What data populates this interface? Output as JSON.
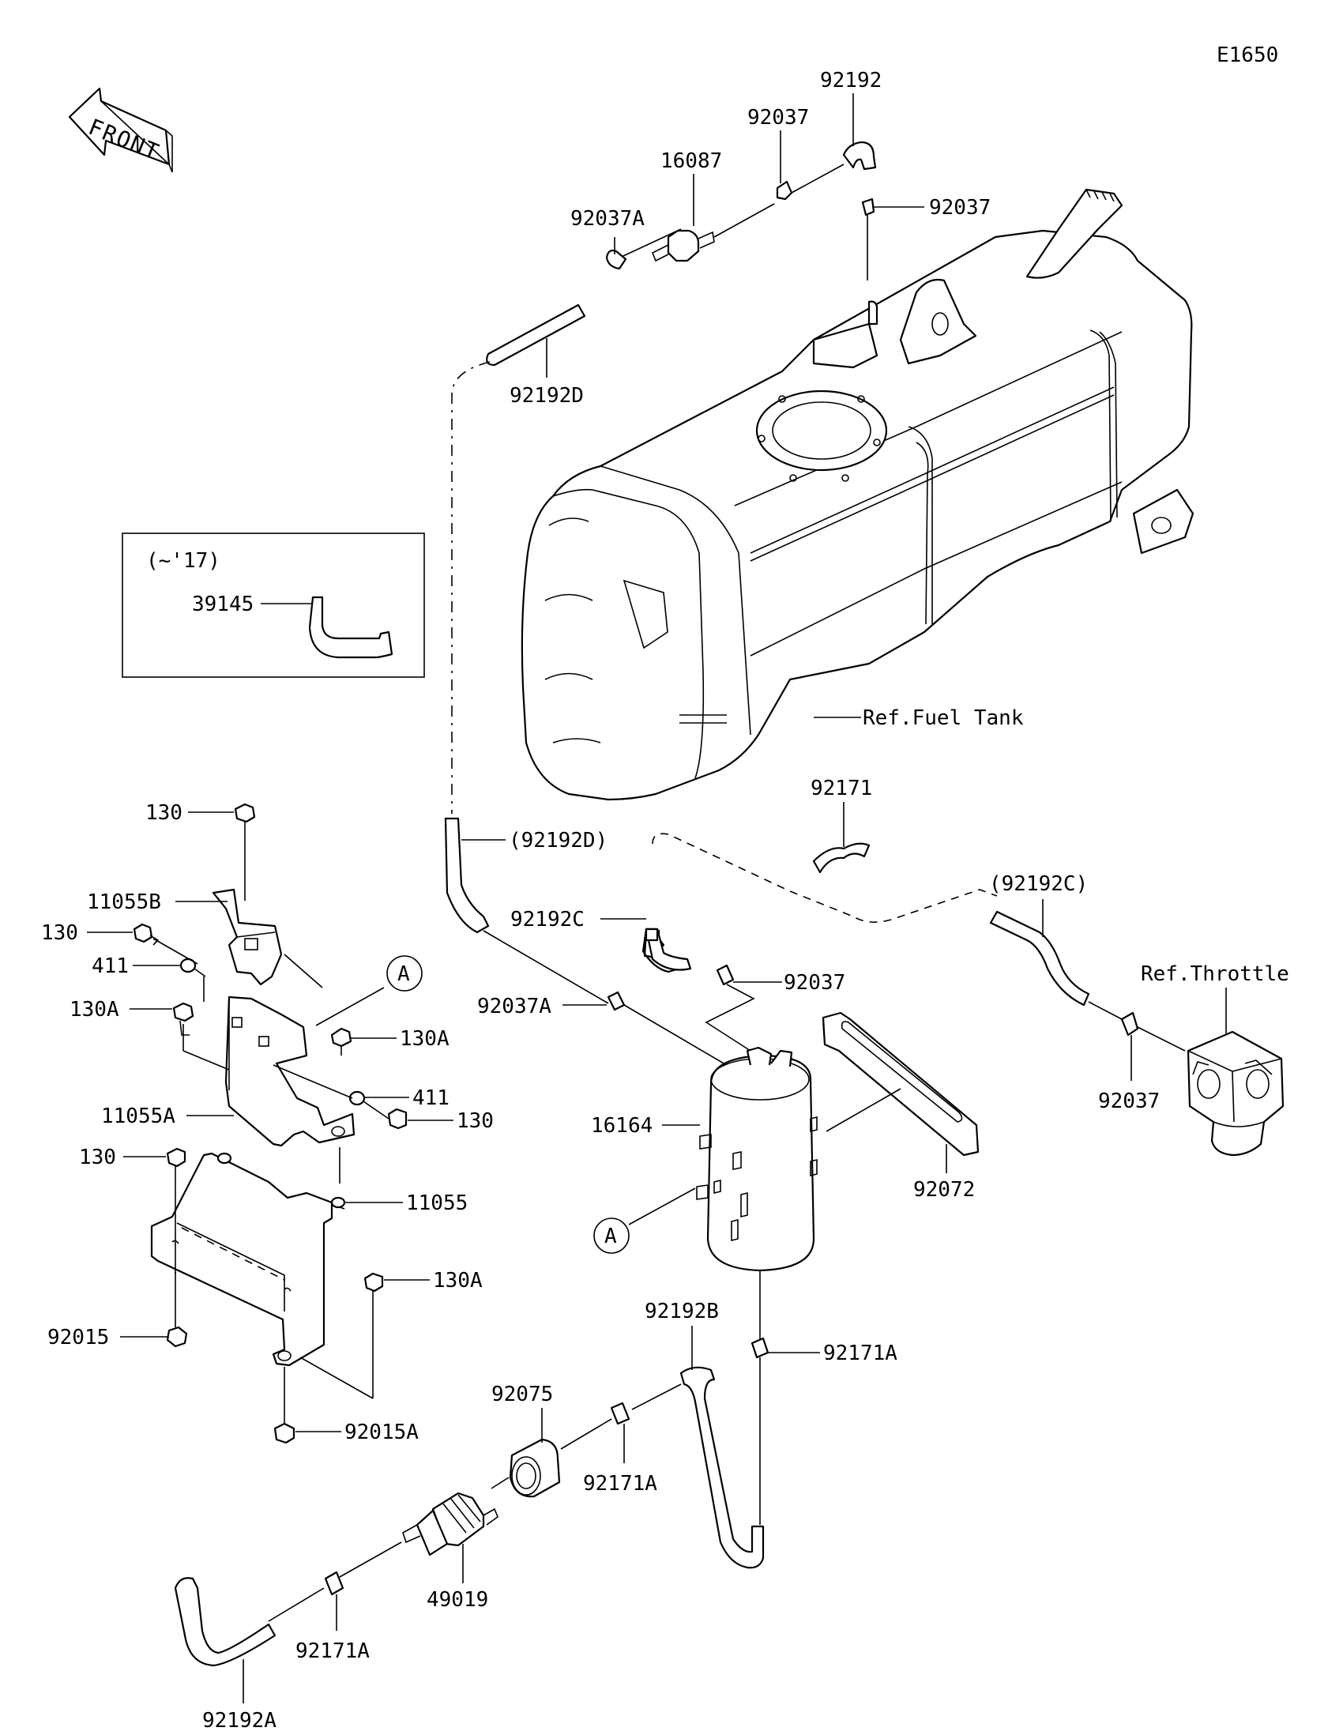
{
  "diagram_code": "E1650",
  "front_label": "FRONT",
  "inset": {
    "years": "(~'17)",
    "part": "39145"
  },
  "refs": {
    "fuel_tank": "Ref.Fuel Tank",
    "throttle": "Ref.Throttle"
  },
  "callout_marker": "A",
  "parts": {
    "p92192_top": "92192",
    "p92037_top": "92037",
    "p16087": "16087",
    "p92037A_top": "92037A",
    "p92037_right": "92037",
    "p92192D": "92192D",
    "p92192D_paren": "(92192D)",
    "p92171": "92171",
    "p92192C": "92192C",
    "p92192C_paren": "(92192C)",
    "p92037_mid": "92037",
    "p92037A_mid": "92037A",
    "p92037_throttle": "92037",
    "p16164": "16164",
    "p92072": "92072",
    "p92192B": "92192B",
    "p92171A_right": "92171A",
    "p92075": "92075",
    "p92171A_mid": "92171A",
    "p49019": "49019",
    "p92171A_low": "92171A",
    "p92192A": "92192A",
    "p130_a": "130",
    "p11055B": "11055B",
    "p130_b": "130",
    "p411_a": "411",
    "p130A_a": "130A",
    "p130A_b": "130A",
    "p411_b": "411",
    "p130_c": "130",
    "p11055A": "11055A",
    "p130_d": "130",
    "p11055": "11055",
    "p130A_c": "130A",
    "p92015": "92015",
    "p92015A": "92015A"
  }
}
